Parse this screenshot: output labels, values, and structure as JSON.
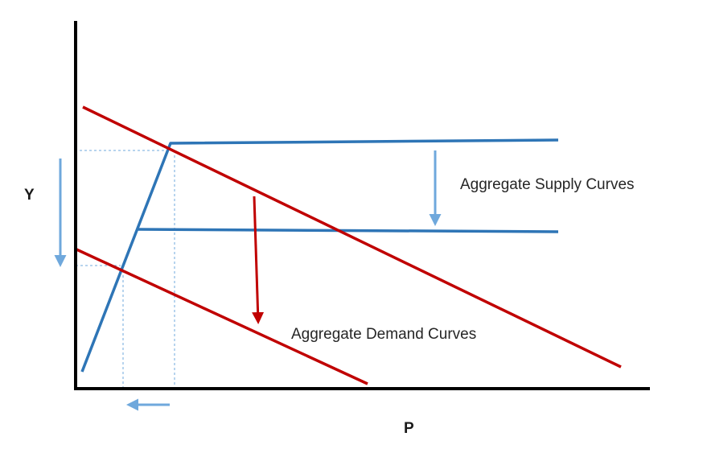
{
  "labels": {
    "y_axis": "Y",
    "x_axis": "P",
    "supply": "Aggregate Supply Curves",
    "demand": "Aggregate Demand Curves"
  },
  "colors": {
    "axis": "#000000",
    "supply": "#2e75b6",
    "demand": "#c00000",
    "supply_arrow": "#6fa8dc",
    "guide": "#6fa8dc"
  }
}
